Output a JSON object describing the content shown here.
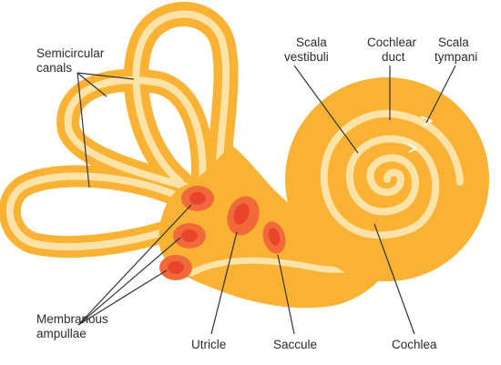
{
  "labels": {
    "semicircular_line1": "Semicircular",
    "semicircular_line2": "canals",
    "scala_vestibuli_line1": "Scala",
    "scala_vestibuli_line2": "vestibuli",
    "cochlear_duct_line1": "Cochlear",
    "cochlear_duct_line2": "duct",
    "scala_tympani_line1": "Scala",
    "scala_tympani_line2": "tympani",
    "membranous_line1": "Membranous",
    "membranous_line2": "ampullae",
    "utricle": "Utricle",
    "saccule": "Saccule",
    "cochlea": "Cochlea"
  },
  "colors": {
    "outer": "#F9B233",
    "inner": "#FDE3A8",
    "ampulla_outer": "#F26A3C",
    "ampulla_inner": "#E9452B",
    "text": "#2b2b2b",
    "leader": "#333333"
  }
}
